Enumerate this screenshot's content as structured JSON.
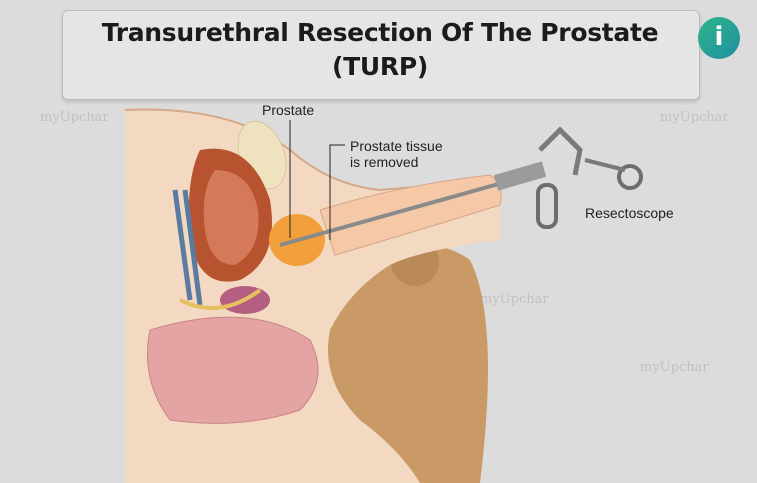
{
  "title": {
    "line1": "Transurethral Resection Of The Prostate",
    "line2": "(TURP)"
  },
  "logo": {
    "glyph": "i",
    "icon": "myupchar-logo-icon",
    "color": "#2aa88f"
  },
  "labels": {
    "prostate": "Prostate",
    "tissue_line1": "Prostate tissue",
    "tissue_line2": "is removed",
    "resectoscope": "Resectoscope"
  },
  "watermark": "myUpchar"
}
